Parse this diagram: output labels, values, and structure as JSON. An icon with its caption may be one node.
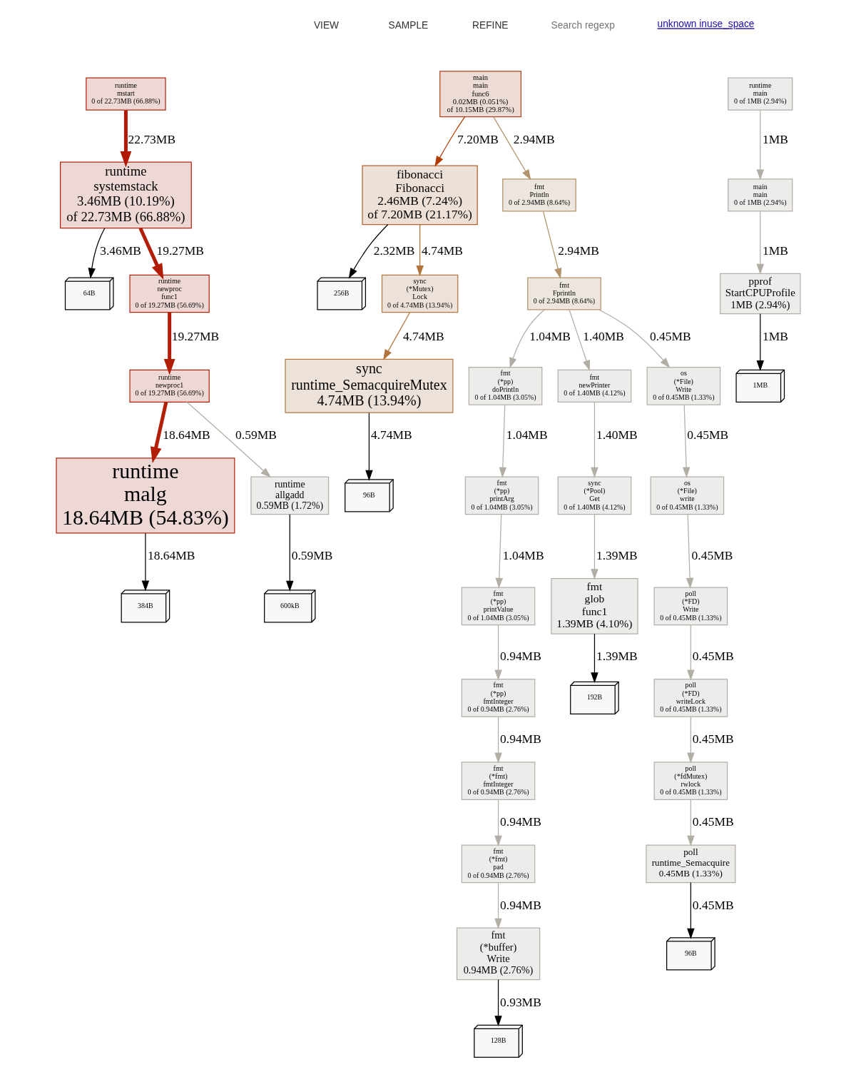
{
  "diagram": {
    "nodes": [
      {
        "text": [
          "runtime",
          "mstart",
          "0 of 22.73MB (66.88%)"
        ]
      },
      {
        "text": [
          "main",
          "main",
          "func6",
          "0.02MB (0.051%)",
          "of 10.15MB (29.87%)"
        ]
      },
      {
        "text": [
          "runtime",
          "main",
          "0 of 1MB (2.94%)"
        ]
      },
      {
        "text": [
          "runtime",
          "systemstack",
          "3.46MB (10.19%)",
          "of 22.73MB (66.88%)"
        ]
      },
      {
        "text": [
          "fibonacci",
          "Fibonacci",
          "2.46MB (7.24%)",
          "of 7.20MB (21.17%)"
        ]
      },
      {
        "text": [
          "fmt",
          "Println",
          "0 of 2.94MB (8.64%)"
        ]
      },
      {
        "text": [
          "main",
          "main",
          "0 of 1MB (2.94%)"
        ]
      },
      {
        "text": [
          "64B"
        ]
      },
      {
        "text": [
          "256B"
        ]
      },
      {
        "text": [
          "fmt",
          "Fprintln",
          "0 of 2.94MB (8.64%)"
        ]
      },
      {
        "text": [
          "pprof",
          "StartCPUProfile",
          "1MB (2.94%)"
        ]
      },
      {
        "text": [
          "runtime",
          "newproc",
          "func1",
          "0 of 19.27MB (56.69%)"
        ]
      },
      {
        "text": [
          "sync",
          "(*Mutex)",
          "Lock",
          "0 of 4.74MB (13.94%)"
        ]
      },
      {
        "text": [
          "fmt",
          "(*pp)",
          "doPrintln",
          "0 of 1.04MB (3.05%)"
        ]
      },
      {
        "text": [
          "fmt",
          "newPrinter",
          "0 of 1.40MB (4.12%)"
        ]
      },
      {
        "text": [
          "os",
          "(*File)",
          "Write",
          "0 of 0.45MB (1.33%)"
        ]
      },
      {
        "text": [
          "1MB"
        ]
      },
      {
        "text": [
          "runtime",
          "newproc1",
          "0 of 19.27MB (56.69%)"
        ]
      },
      {
        "text": [
          "sync",
          "runtime_SemacquireMutex",
          "4.74MB (13.94%)"
        ]
      },
      {
        "text": [
          "fmt",
          "(*pp)",
          "printArg",
          "0 of 1.04MB (3.05%)"
        ]
      },
      {
        "text": [
          "sync",
          "(*Pool)",
          "Get",
          "0 of 1.40MB (4.12%)"
        ]
      },
      {
        "text": [
          "os",
          "(*File)",
          "write",
          "0 of 0.45MB (1.33%)"
        ]
      },
      {
        "text": [
          "runtime",
          "malg",
          "18.64MB (54.83%)"
        ]
      },
      {
        "text": [
          "runtime",
          "allgadd",
          "0.59MB (1.72%)"
        ]
      },
      {
        "text": [
          "96B"
        ]
      },
      {
        "text": [
          "fmt",
          "(*pp)",
          "printValue",
          "0 of 1.04MB (3.05%)"
        ]
      },
      {
        "text": [
          "fmt",
          "glob",
          "func1",
          "1.39MB (4.10%)"
        ]
      },
      {
        "text": [
          "poll",
          "(*FD)",
          "Write",
          "0 of 0.45MB (1.33%)"
        ]
      },
      {
        "text": [
          "384B"
        ]
      },
      {
        "text": [
          "600kB"
        ]
      },
      {
        "text": [
          "fmt",
          "(*pp)",
          "fmtInteger",
          "0 of 0.94MB (2.76%)"
        ]
      },
      {
        "text": [
          "192B"
        ]
      },
      {
        "text": [
          "poll",
          "(*FD)",
          "writeLock",
          "0 of 0.45MB (1.33%)"
        ]
      },
      {
        "text": [
          "fmt",
          "(*fmt)",
          "fmtInteger",
          "0 of 0.94MB (2.76%)"
        ]
      },
      {
        "text": [
          "poll",
          "(*fdMutex)",
          "rwlock",
          "0 of 0.45MB (1.33%)"
        ]
      },
      {
        "text": [
          "fmt",
          "(*fmt)",
          "pad",
          "0 of 0.94MB (2.76%)"
        ]
      },
      {
        "text": [
          "poll",
          "runtime_Semacquire",
          "0.45MB (1.33%)"
        ]
      },
      {
        "text": [
          "fmt",
          "(*buffer)",
          "Write",
          "0.94MB (2.76%)"
        ]
      },
      {
        "text": [
          "96B"
        ]
      },
      {
        "text": [
          "128B"
        ]
      }
    ],
    "edges": [
      {
        "from": 0,
        "to": 3,
        "arrow": "to",
        "label": "22.73MB",
        "style": "thick",
        "color": "#b21800"
      },
      {
        "from": 3,
        "to": 7,
        "arrow": "to",
        "label": "3.46MB",
        "color": "#000000"
      },
      {
        "from": 3,
        "to": 11,
        "arrow": "to",
        "label": "19.27MB",
        "style": "thick",
        "color": "#b21d05"
      },
      {
        "from": 11,
        "to": 17,
        "arrow": "to",
        "label": "19.27MB",
        "style": "thick",
        "color": "#b21d05"
      },
      {
        "from": 17,
        "to": 22,
        "arrow": "to",
        "label": "18.64MB",
        "style": "thick",
        "color": "#b21e06"
      },
      {
        "from": 17,
        "to": 23,
        "arrow": "to",
        "label": "0.59MB"
      },
      {
        "from": 22,
        "to": 28,
        "arrow": "to",
        "label": "18.64MB",
        "color": "#000000"
      },
      {
        "from": 23,
        "to": 29,
        "arrow": "to",
        "label": "0.59MB",
        "color": "#000000"
      },
      {
        "from": 1,
        "to": 4,
        "arrow": "to",
        "label": "7.20MB",
        "color": "#b23c00"
      },
      {
        "from": 1,
        "to": 5,
        "arrow": "to",
        "label": "2.94MB",
        "color": "#b2936b"
      },
      {
        "from": 4,
        "to": 8,
        "arrow": "to",
        "label": "2.32MB",
        "color": "#000000"
      },
      {
        "from": 4,
        "to": 12,
        "arrow": "to",
        "label": "4.74MB",
        "color": "#b2733c"
      },
      {
        "from": 12,
        "to": 18,
        "arrow": "to",
        "label": "4.74MB",
        "color": "#b2733c"
      },
      {
        "from": 18,
        "to": 24,
        "arrow": "to",
        "label": "4.74MB",
        "color": "#000000"
      },
      {
        "from": 5,
        "to": 9,
        "arrow": "to",
        "label": "2.94MB",
        "color": "#b2936b"
      },
      {
        "from": 9,
        "to": 13,
        "arrow": "to",
        "label": "1.04MB"
      },
      {
        "from": 9,
        "to": 14,
        "arrow": "to",
        "label": "1.40MB"
      },
      {
        "from": 9,
        "to": 15,
        "arrow": "to",
        "label": "0.45MB"
      },
      {
        "from": 13,
        "to": 19,
        "arrow": "to",
        "label": "1.04MB"
      },
      {
        "from": 19,
        "to": 25,
        "arrow": "to",
        "label": "1.04MB"
      },
      {
        "from": 25,
        "to": 30,
        "arrow": "to",
        "label": "0.94MB"
      },
      {
        "from": 30,
        "to": 33,
        "arrow": "to",
        "label": "0.94MB"
      },
      {
        "from": 33,
        "to": 35,
        "arrow": "to",
        "label": "0.94MB"
      },
      {
        "from": 35,
        "to": 37,
        "arrow": "to",
        "label": "0.94MB"
      },
      {
        "from": 37,
        "to": 39,
        "arrow": "to",
        "label": "0.93MB",
        "color": "#000000"
      },
      {
        "from": 14,
        "to": 20,
        "arrow": "to",
        "label": "1.40MB"
      },
      {
        "from": 20,
        "to": 26,
        "arrow": "to",
        "label": "1.39MB"
      },
      {
        "from": 26,
        "to": 31,
        "arrow": "to",
        "label": "1.39MB",
        "color": "#000000"
      },
      {
        "from": 15,
        "to": 21,
        "arrow": "to",
        "label": "0.45MB"
      },
      {
        "from": 21,
        "to": 27,
        "arrow": "to",
        "label": "0.45MB"
      },
      {
        "from": 27,
        "to": 32,
        "arrow": "to",
        "label": "0.45MB"
      },
      {
        "from": 32,
        "to": 34,
        "arrow": "to",
        "label": "0.45MB"
      },
      {
        "from": 34,
        "to": 36,
        "arrow": "to",
        "label": "0.45MB"
      },
      {
        "from": 36,
        "to": 38,
        "arrow": "to",
        "label": "0.45MB",
        "color": "#000000"
      },
      {
        "from": 2,
        "to": 6,
        "arrow": "to",
        "label": "1MB"
      },
      {
        "from": 6,
        "to": 10,
        "arrow": "to",
        "label": "1MB"
      },
      {
        "from": 10,
        "to": 16,
        "arrow": "to",
        "label": "1MB",
        "color": "#000000"
      }
    ],
    "labels": [
      "VIEW",
      "SAMPLE",
      "REFINE",
      "Search regexp",
      "unknown inuse_space"
    ]
  }
}
